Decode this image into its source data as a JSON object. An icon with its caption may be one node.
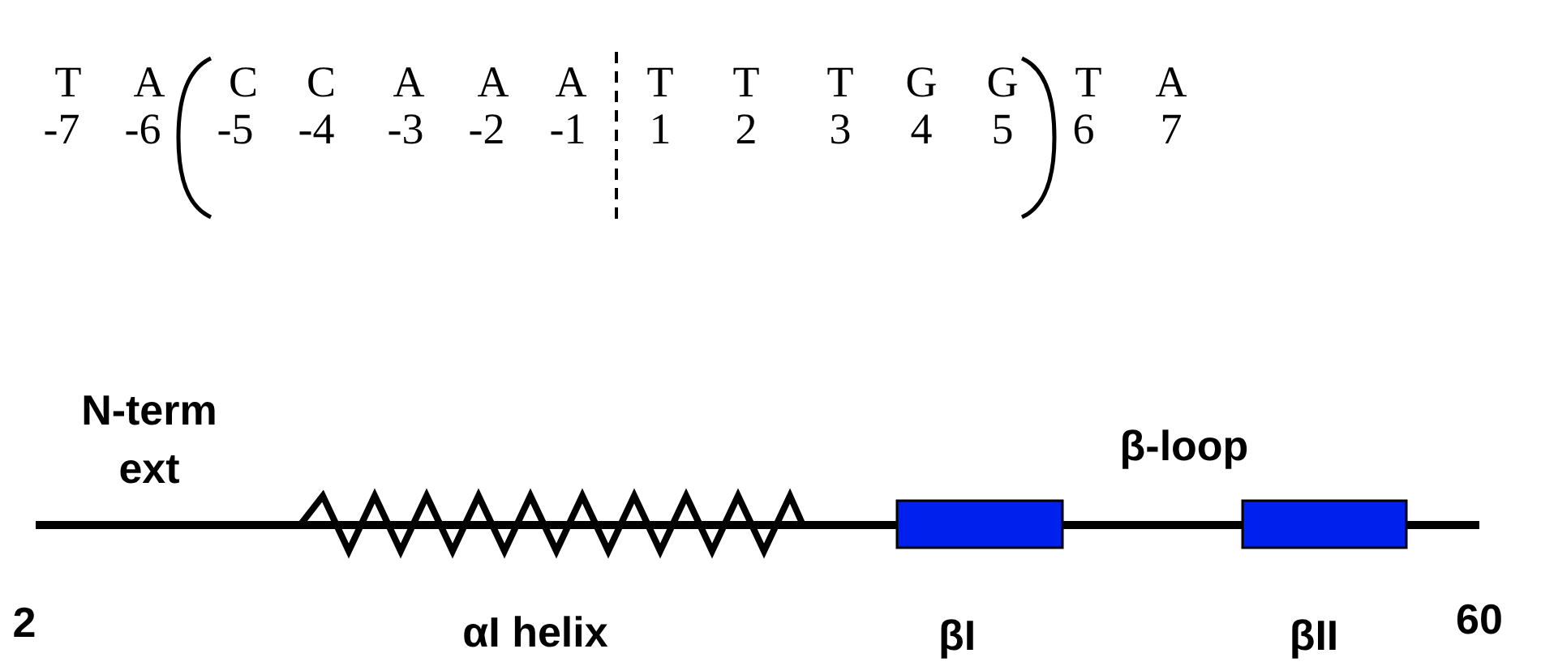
{
  "diagram": {
    "labels": [
      "T",
      "A",
      "C",
      "C",
      "A",
      "A",
      "A",
      "T",
      "T",
      "T",
      "G",
      "G",
      "T",
      "A",
      "-7",
      "-6",
      "-5",
      "-4",
      "-3",
      "-2",
      "-1",
      "1",
      "2",
      "3",
      "4",
      "5",
      "6",
      "7",
      "N-term ext",
      "β-loop",
      "2",
      "αI helix",
      "βI",
      "βII",
      "60"
    ]
  }
}
